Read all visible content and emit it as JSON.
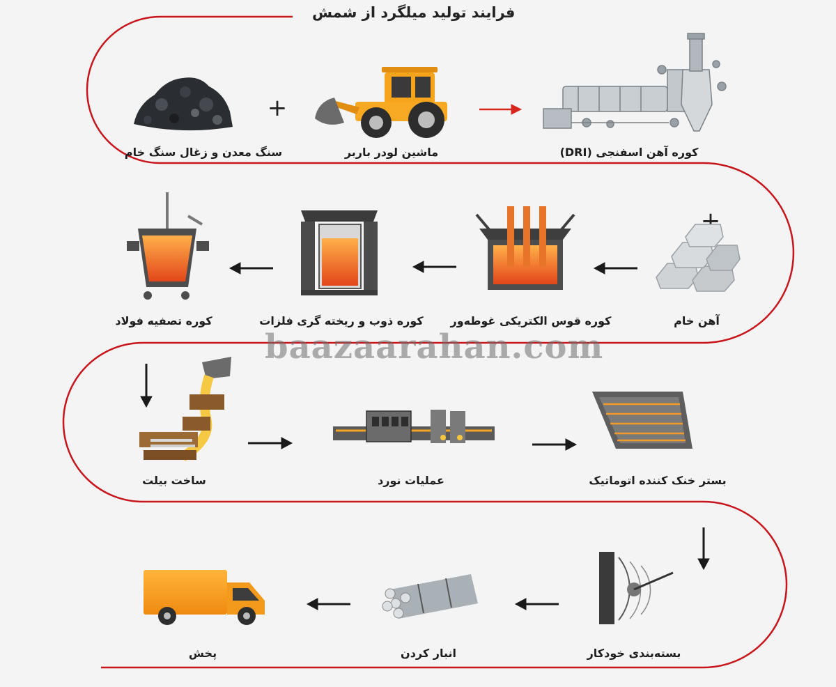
{
  "title": "فرایند تولید میلگرد از شمش",
  "watermark": "baazaarahan.com",
  "colors": {
    "path": "#c8141b",
    "arrow": "#1a1a1a",
    "arrow_red": "#d9261c",
    "molten": "#f0781e",
    "orange": "#f5a623"
  },
  "steps": [
    {
      "id": "raw-ore",
      "label": "سنگ معدن و زغال سنگ خام",
      "icon": "ore-pile-icon"
    },
    {
      "id": "loader",
      "label": "ماشین لودر باربر",
      "icon": "wheel-loader-icon"
    },
    {
      "id": "dri",
      "label": "کوره آهن اسفنجی (DRI)",
      "icon": "rotary-kiln-icon"
    },
    {
      "id": "raw-iron",
      "label": "آهن خام",
      "icon": "iron-ingots-icon"
    },
    {
      "id": "eaf",
      "label": "کوره قوس الکتریکی غوطه‌ور",
      "icon": "electric-arc-furnace-icon"
    },
    {
      "id": "induction",
      "label": "کوره ذوب و ریخته گری فلزات",
      "icon": "induction-furnace-icon"
    },
    {
      "id": "ladle",
      "label": "کوره تصفیه فولاد",
      "icon": "ladle-furnace-icon"
    },
    {
      "id": "billet",
      "label": "ساخت بیلت",
      "icon": "billet-casting-icon"
    },
    {
      "id": "rolling",
      "label": "عملیات نورد",
      "icon": "rolling-mill-icon"
    },
    {
      "id": "cooling",
      "label": "بستر خنک کننده اتوماتیک",
      "icon": "cooling-bed-icon"
    },
    {
      "id": "bundling",
      "label": "بسته‌بندی خودکار",
      "icon": "bundling-machine-icon"
    },
    {
      "id": "storage",
      "label": "انبار کردن",
      "icon": "rebar-bundle-icon"
    },
    {
      "id": "distribution",
      "label": "پخش",
      "icon": "delivery-truck-icon"
    }
  ]
}
